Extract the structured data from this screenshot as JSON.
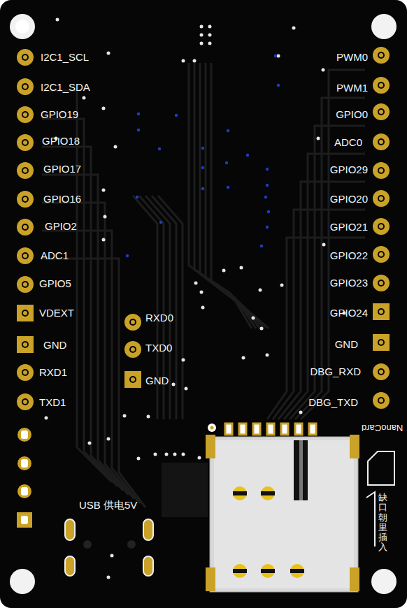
{
  "diagram": {
    "labels": [
      "I2C1_SCL",
      "I2C1_SDA",
      "GPIO19",
      "GPIO18",
      "GPIO17",
      "GPIO16",
      "GPIO2",
      "ADC1",
      "GPIO5",
      "VDEXT",
      "GND",
      "RXD1",
      "TXD1",
      "PWM0",
      "PWM1",
      "GPIO0",
      "ADC0",
      "GPIO29",
      "GPIO20",
      "GPIO21",
      "GPIO22",
      "GPIO23",
      "GPIO24",
      "GND",
      "DBG_RXD",
      "DBG_TXD",
      "RXD0",
      "TXD0",
      "GND",
      "USB 供电5V",
      "NanoCard",
      "缺口朝里插入"
    ]
  }
}
